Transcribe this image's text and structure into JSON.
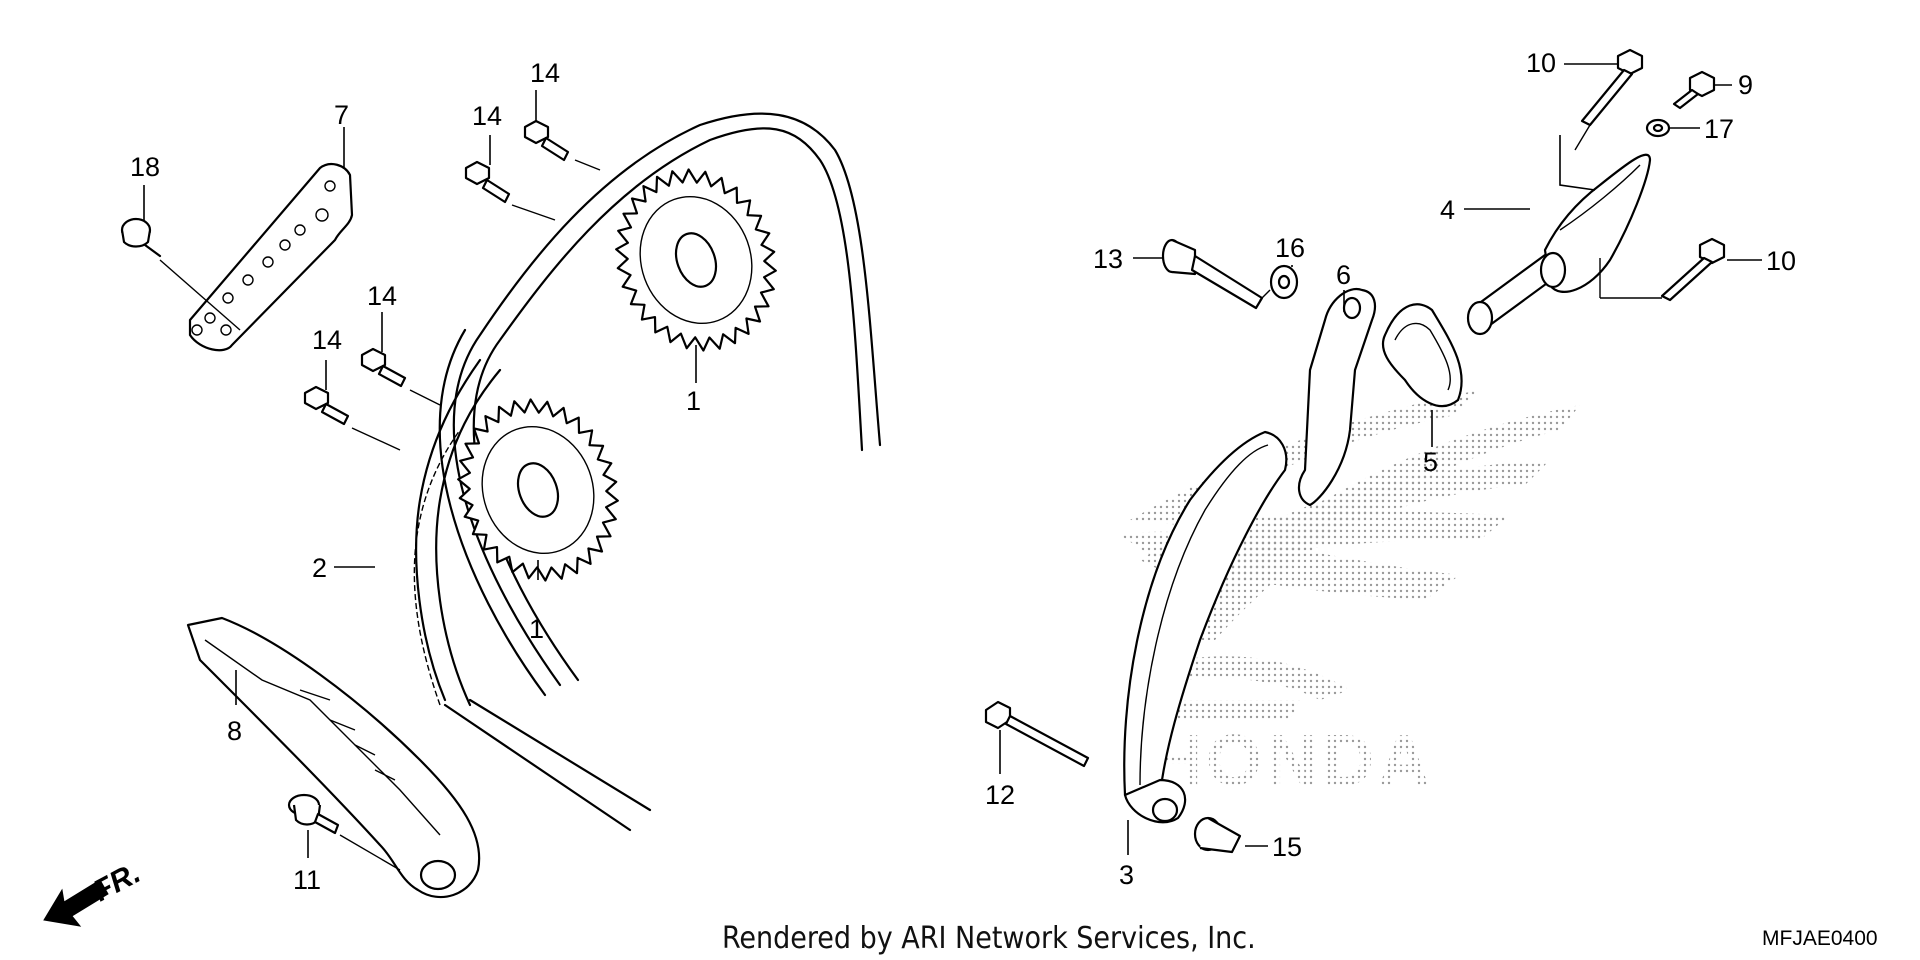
{
  "callouts": [
    {
      "id": "c1a",
      "text": "1"
    },
    {
      "id": "c1b",
      "text": "1"
    },
    {
      "id": "c2",
      "text": "2"
    },
    {
      "id": "c3",
      "text": "3"
    },
    {
      "id": "c4",
      "text": "4"
    },
    {
      "id": "c5",
      "text": "5"
    },
    {
      "id": "c6",
      "text": "6"
    },
    {
      "id": "c7",
      "text": "7"
    },
    {
      "id": "c8",
      "text": "8"
    },
    {
      "id": "c9",
      "text": "9"
    },
    {
      "id": "c10a",
      "text": "10"
    },
    {
      "id": "c10b",
      "text": "10"
    },
    {
      "id": "c11",
      "text": "11"
    },
    {
      "id": "c12",
      "text": "12"
    },
    {
      "id": "c13",
      "text": "13"
    },
    {
      "id": "c14a",
      "text": "14"
    },
    {
      "id": "c14b",
      "text": "14"
    },
    {
      "id": "c14c",
      "text": "14"
    },
    {
      "id": "c14d",
      "text": "14"
    },
    {
      "id": "c15",
      "text": "15"
    },
    {
      "id": "c16",
      "text": "16"
    },
    {
      "id": "c17",
      "text": "17"
    },
    {
      "id": "c18",
      "text": "18"
    }
  ],
  "direction_label": "FR.",
  "footer": {
    "credit": "Rendered by ARI Network Services, Inc.",
    "diagram_code": "MFJAE0400"
  },
  "watermark": {
    "brand_text": "HONDA",
    "logo_icon": "honda-wing-logo-icon"
  },
  "colors": {
    "line": "#000000",
    "background": "#ffffff",
    "watermark_dots": "#9a9a9a"
  }
}
